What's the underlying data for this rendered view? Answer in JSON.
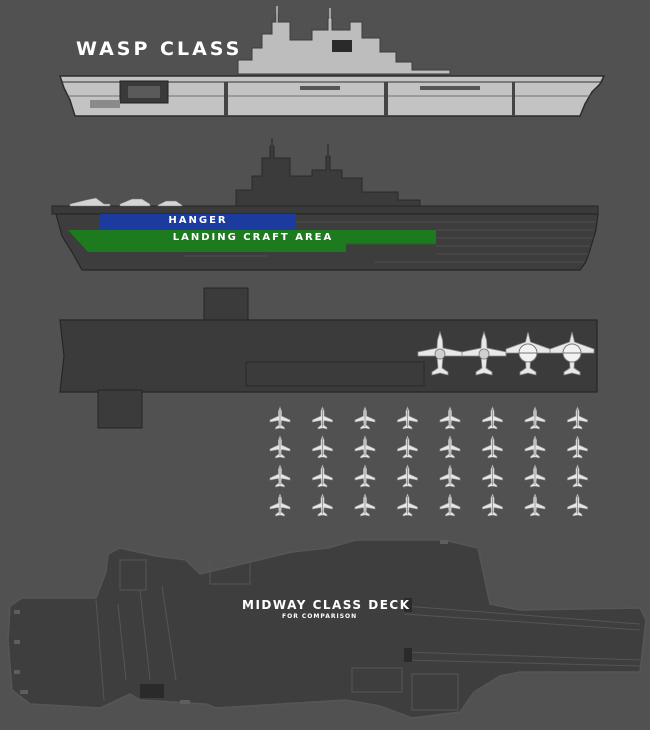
{
  "diagram": {
    "title": "WASP CLASS",
    "hanger_label": "HANGER",
    "landing_craft_label": "LANDING CRAFT AREA",
    "midway_title": "MIDWAY CLASS DECK",
    "midway_subtitle": "FOR COMPARISON",
    "colors": {
      "background": "#515151",
      "hull_light": "#c3c3c3",
      "hull_dark": "#3a3a3a",
      "deck_dark": "#404040",
      "hanger": "#1b3c9e",
      "landing_craft_area": "#1e7a1e",
      "aircraft": "#e8e8e8"
    },
    "icons": [
      "plane-icon",
      "helicopter-icon"
    ],
    "aircraft_grid": {
      "rows": 4,
      "columns": 8
    },
    "deck_aircraft_count": 4
  }
}
